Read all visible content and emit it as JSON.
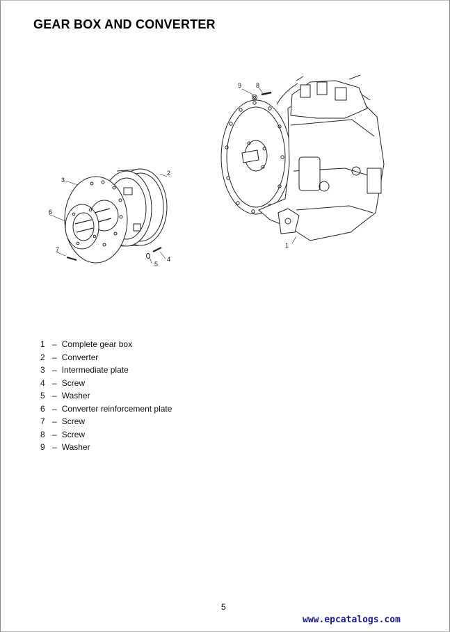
{
  "page": {
    "title": "GEAR BOX AND CONVERTER",
    "page_number": "5",
    "footer_url": "www.epcatalogs.com"
  },
  "figure_left": {
    "callouts": [
      "3",
      "2",
      "6",
      "7",
      "4",
      "5"
    ]
  },
  "figure_right": {
    "callouts": [
      "9",
      "8",
      "1"
    ]
  },
  "legend": {
    "items": [
      {
        "num": "1",
        "text": "Complete gear box"
      },
      {
        "num": "2",
        "text": "Converter"
      },
      {
        "num": "3",
        "text": "Intermediate plate"
      },
      {
        "num": "4",
        "text": "Screw"
      },
      {
        "num": "5",
        "text": "Washer"
      },
      {
        "num": "6",
        "text": "Converter reinforcement plate"
      },
      {
        "num": "7",
        "text": "Screw"
      },
      {
        "num": "8",
        "text": "Screw"
      },
      {
        "num": "9",
        "text": "Washer"
      }
    ],
    "dash": "–"
  }
}
